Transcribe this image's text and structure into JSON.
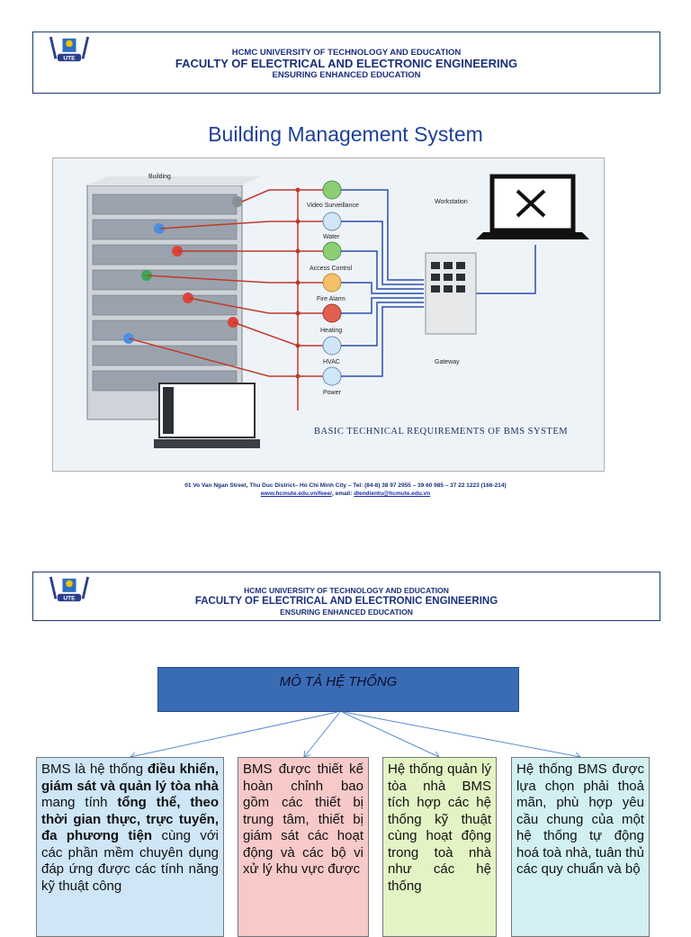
{
  "header": {
    "line1": "HCMC UNIVERSITY OF TECHNOLOGY AND EDUCATION",
    "line2": "FACULTY OF ELECTRICAL AND ELECTRONIC ENGINEERING",
    "line3": "ENSURING ENHANCED EDUCATION",
    "logo_text": "UTE"
  },
  "slide1": {
    "title": "Building Management System",
    "diagram": {
      "building_label": "Building",
      "systems": [
        "Video Surveillance",
        "Water",
        "Access Control",
        "Fire Alarm",
        "Heating",
        "HVAC",
        "Power"
      ],
      "workstation_label": "Workstation",
      "gateway_label": "Gateway",
      "caption": "BASIC TECHNICAL REQUIREMENTS OF BMS SYSTEM"
    },
    "footer": {
      "address": "01 Vo Van Ngan Street, Thu Duc District– Ho Chi Minh City – Tel: (84-8) 38 97 2955 – 39 60 985 – 37 22 1223 (166-214)",
      "website": "www.hcmute.edu.vn/feee/",
      "email_prefix": ", email: ",
      "email": "dlendientu@hcmute.edu.vn"
    }
  },
  "slide2": {
    "header_line1": "HCMC UNIVERSITY OF TECHNOLOGY  AND EDUCATION",
    "banner": "MÔ TẢ HỆ THỐNG",
    "box1": {
      "t1": "BMS là hệ thống ",
      "b1": "điều khiển, giám sát và quản lý tòa nhà",
      "t2": " mang tính ",
      "b2": "tổng thể, theo thời gian thực, trực tuyến, đa phương tiện",
      "t3": " cùng với các phần mềm chuyên dụng đáp ứng được các tính năng kỹ thuật công"
    },
    "box2": "BMS được thiết kế hoàn chỉnh bao gồm các thiết bị trung tâm, thiết bị giám sát các hoạt động và các bộ vi xử lý khu vực được",
    "box3": "Hệ thống quản lý tòa nhà BMS tích hợp các hệ thống kỹ thuật cùng hoạt động trong toà nhà như các hệ thống",
    "box4": "Hệ thống BMS được lựa chọn phải thoả mãn, phù hợp yêu cầu chung của một hệ thống tự động hoá toà nhà, tuân thủ các quy chuẩn và bộ"
  }
}
